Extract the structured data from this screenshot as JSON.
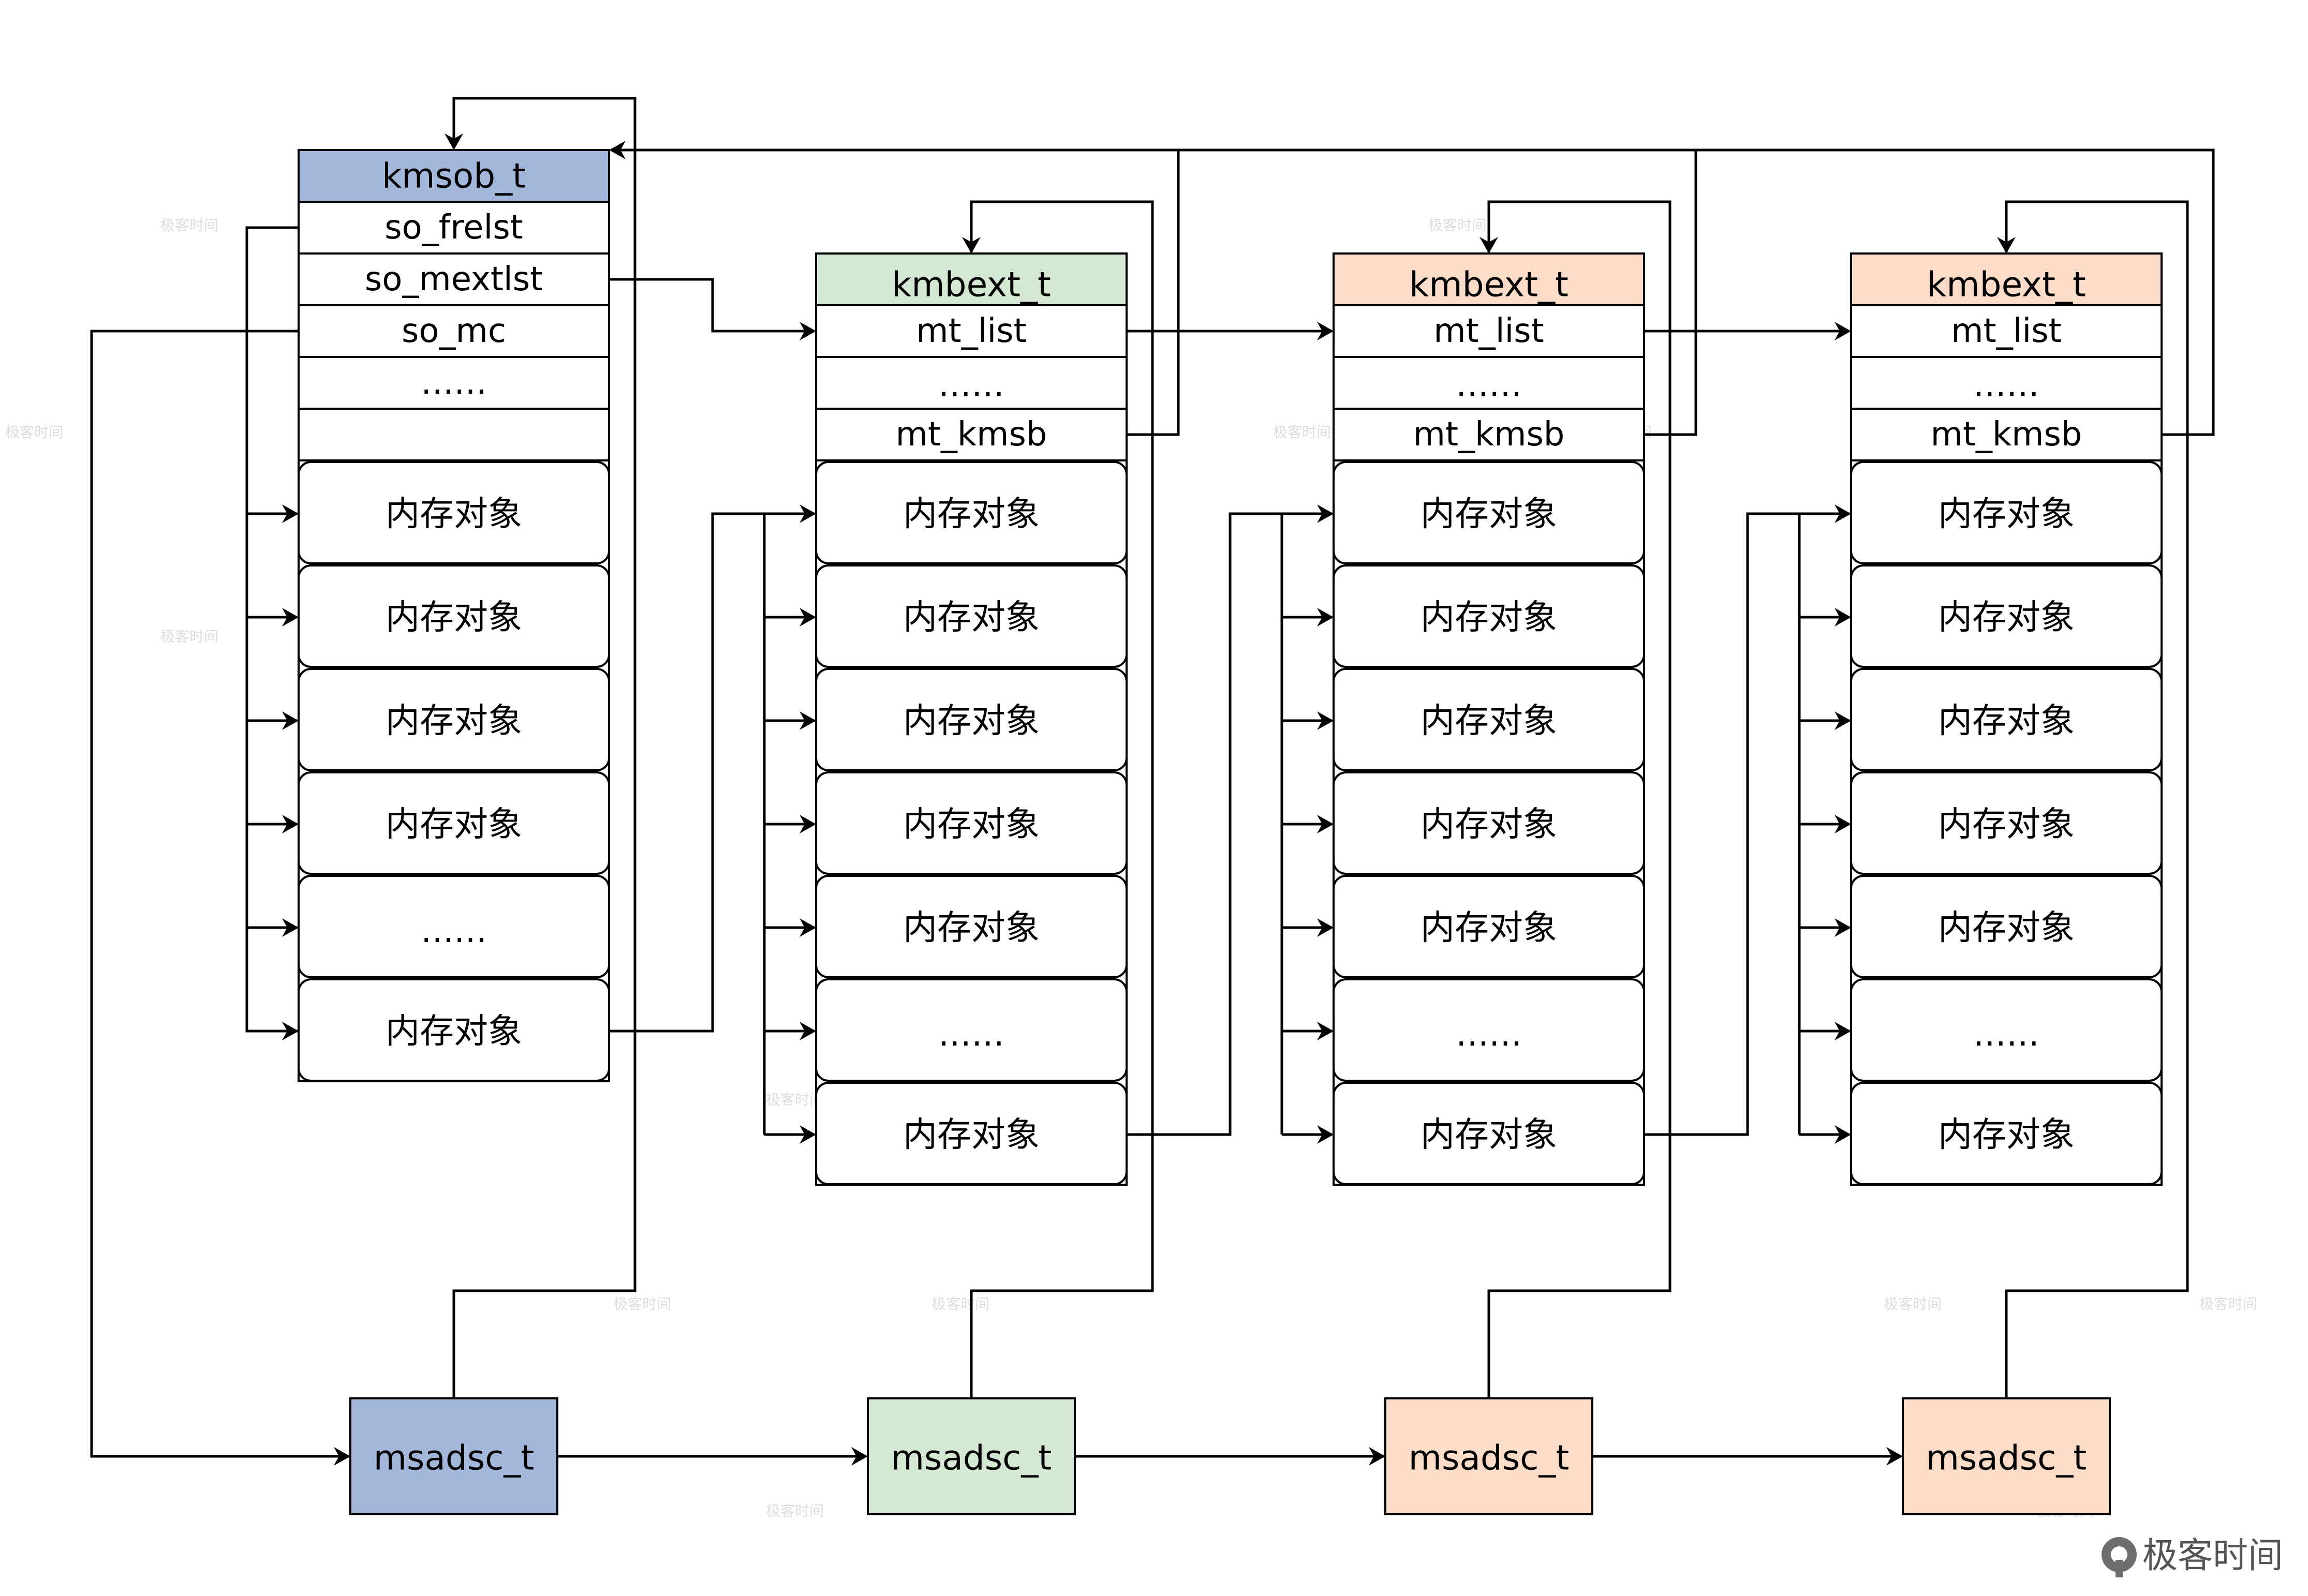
{
  "colors": {
    "kmsob_header": "#a3b7da",
    "kmbext_green": "#d5e8d4",
    "kmbext_peach": "#fbdcc8",
    "line": "#000000",
    "cell_bg": "#ffffff"
  },
  "kmsob": {
    "title": "kmsob_t",
    "fields": [
      "so_frelst",
      "so_mextlst",
      "so_mc",
      "……",
      ""
    ],
    "objects": [
      "内存对象",
      "内存对象",
      "内存对象",
      "内存对象",
      "……",
      "内存对象"
    ]
  },
  "kmbext": [
    {
      "title": "kmbext_t",
      "fields": [
        "mt_list",
        "……",
        "mt_kmsb"
      ],
      "objects": [
        "内存对象",
        "内存对象",
        "内存对象",
        "内存对象",
        "内存对象",
        "……",
        "内存对象"
      ]
    },
    {
      "title": "kmbext_t",
      "fields": [
        "mt_list",
        "……",
        "mt_kmsb"
      ],
      "objects": [
        "内存对象",
        "内存对象",
        "内存对象",
        "内存对象",
        "内存对象",
        "……",
        "内存对象"
      ]
    },
    {
      "title": "kmbext_t",
      "fields": [
        "mt_list",
        "……",
        "mt_kmsb"
      ],
      "objects": [
        "内存对象",
        "内存对象",
        "内存对象",
        "内存对象",
        "内存对象",
        "……",
        "内存对象"
      ]
    }
  ],
  "msadsc": [
    "msadsc_t",
    "msadsc_t",
    "msadsc_t",
    "msadsc_t"
  ],
  "watermark": "极客时间",
  "logo_text": "极客时间"
}
